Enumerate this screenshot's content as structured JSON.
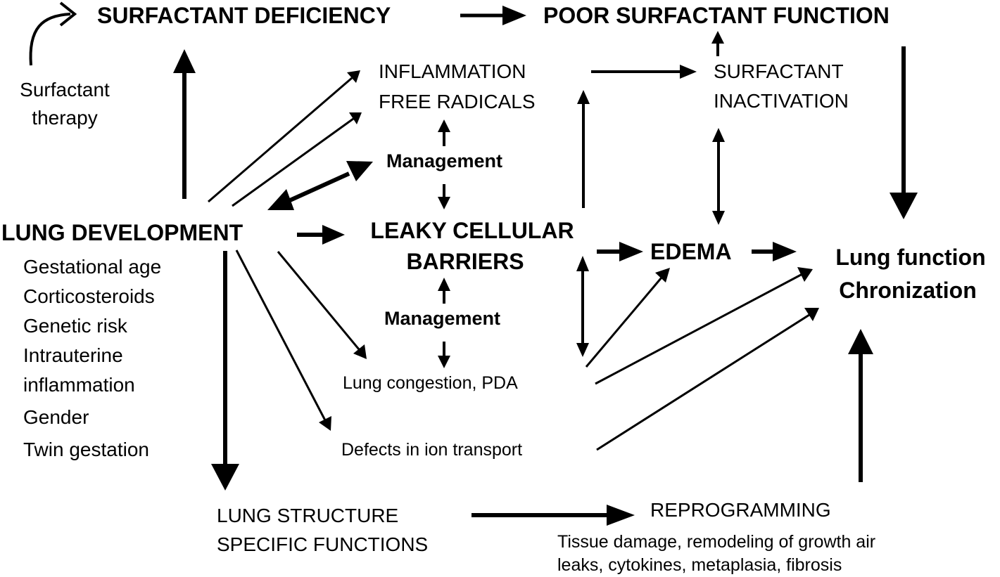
{
  "nodes": {
    "surfactant_deficiency": "SURFACTANT DEFICIENCY",
    "poor_surfactant_function": "POOR SURFACTANT FUNCTION",
    "surfactant_therapy": [
      "Surfactant",
      "therapy"
    ],
    "inflammation": [
      "INFLAMMATION",
      "FREE RADICALS"
    ],
    "surfactant_inactivation": [
      "SURFACTANT",
      "INACTIVATION"
    ],
    "management_top": "Management",
    "lung_development": "LUNG DEVELOPMENT",
    "leaky_barriers": [
      "LEAKY CELLULAR",
      "BARRIERS"
    ],
    "edema": "EDEMA",
    "lung_function": [
      "Lung function",
      "Chronization"
    ],
    "management_bottom": "Management",
    "lung_congestion": "Lung congestion, PDA",
    "defects_ion": "Defects in ion transport",
    "risk_factors": [
      "Gestational age",
      "Corticosteroids",
      "Genetic risk",
      "Intrauterine",
      "inflammation",
      "Gender",
      "Twin gestation"
    ],
    "lung_structure": [
      "LUNG STRUCTURE",
      "SPECIFIC FUNCTIONS"
    ],
    "reprogramming": "REPROGRAMMING",
    "reprogramming_detail": [
      "Tissue damage, remodeling of growth air",
      "leaks, cytokines, metaplasia, fibrosis"
    ]
  }
}
